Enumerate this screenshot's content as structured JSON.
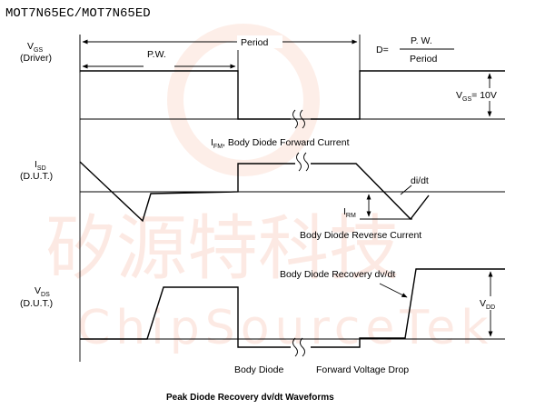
{
  "header": {
    "part_number": "MOT7N65EC/MOT7N65ED"
  },
  "watermark": {
    "chinese": "矽源特科技",
    "latin": "ChipSourceTek"
  },
  "vgs": {
    "label": "V",
    "sub": "GS",
    "desc": "(Driver)"
  },
  "isd": {
    "label": "I",
    "sub": "SD",
    "desc": "(D.U.T.)"
  },
  "vds": {
    "label": "V",
    "sub": "DS",
    "desc": "(D.U.T.)"
  },
  "period_label": "Period",
  "pw_label": "P.W.",
  "duty": {
    "prefix": "D=",
    "numerator": "P. W.",
    "denominator": "Period"
  },
  "vgs_level": {
    "v": "V",
    "sub": "GS",
    "value": "= 10V"
  },
  "ifm": {
    "i": "I",
    "sub": "FM",
    "text": ", Body Diode Forward Current"
  },
  "didt_label": "di/dt",
  "irm": {
    "i": "I",
    "sub": "RM"
  },
  "reverse_current_label": "Body Diode Reverse Current",
  "recovery_label": "Body Diode Recovery dv/dt",
  "vdd": {
    "v": "V",
    "sub": "DD"
  },
  "bottom_labels": {
    "left": "Body Diode",
    "right": "Forward Voltage Drop"
  },
  "caption": "Peak Diode Recovery dv/dt Waveforms",
  "colors": {
    "ink": "#000000",
    "watermark": "#f4a082"
  }
}
